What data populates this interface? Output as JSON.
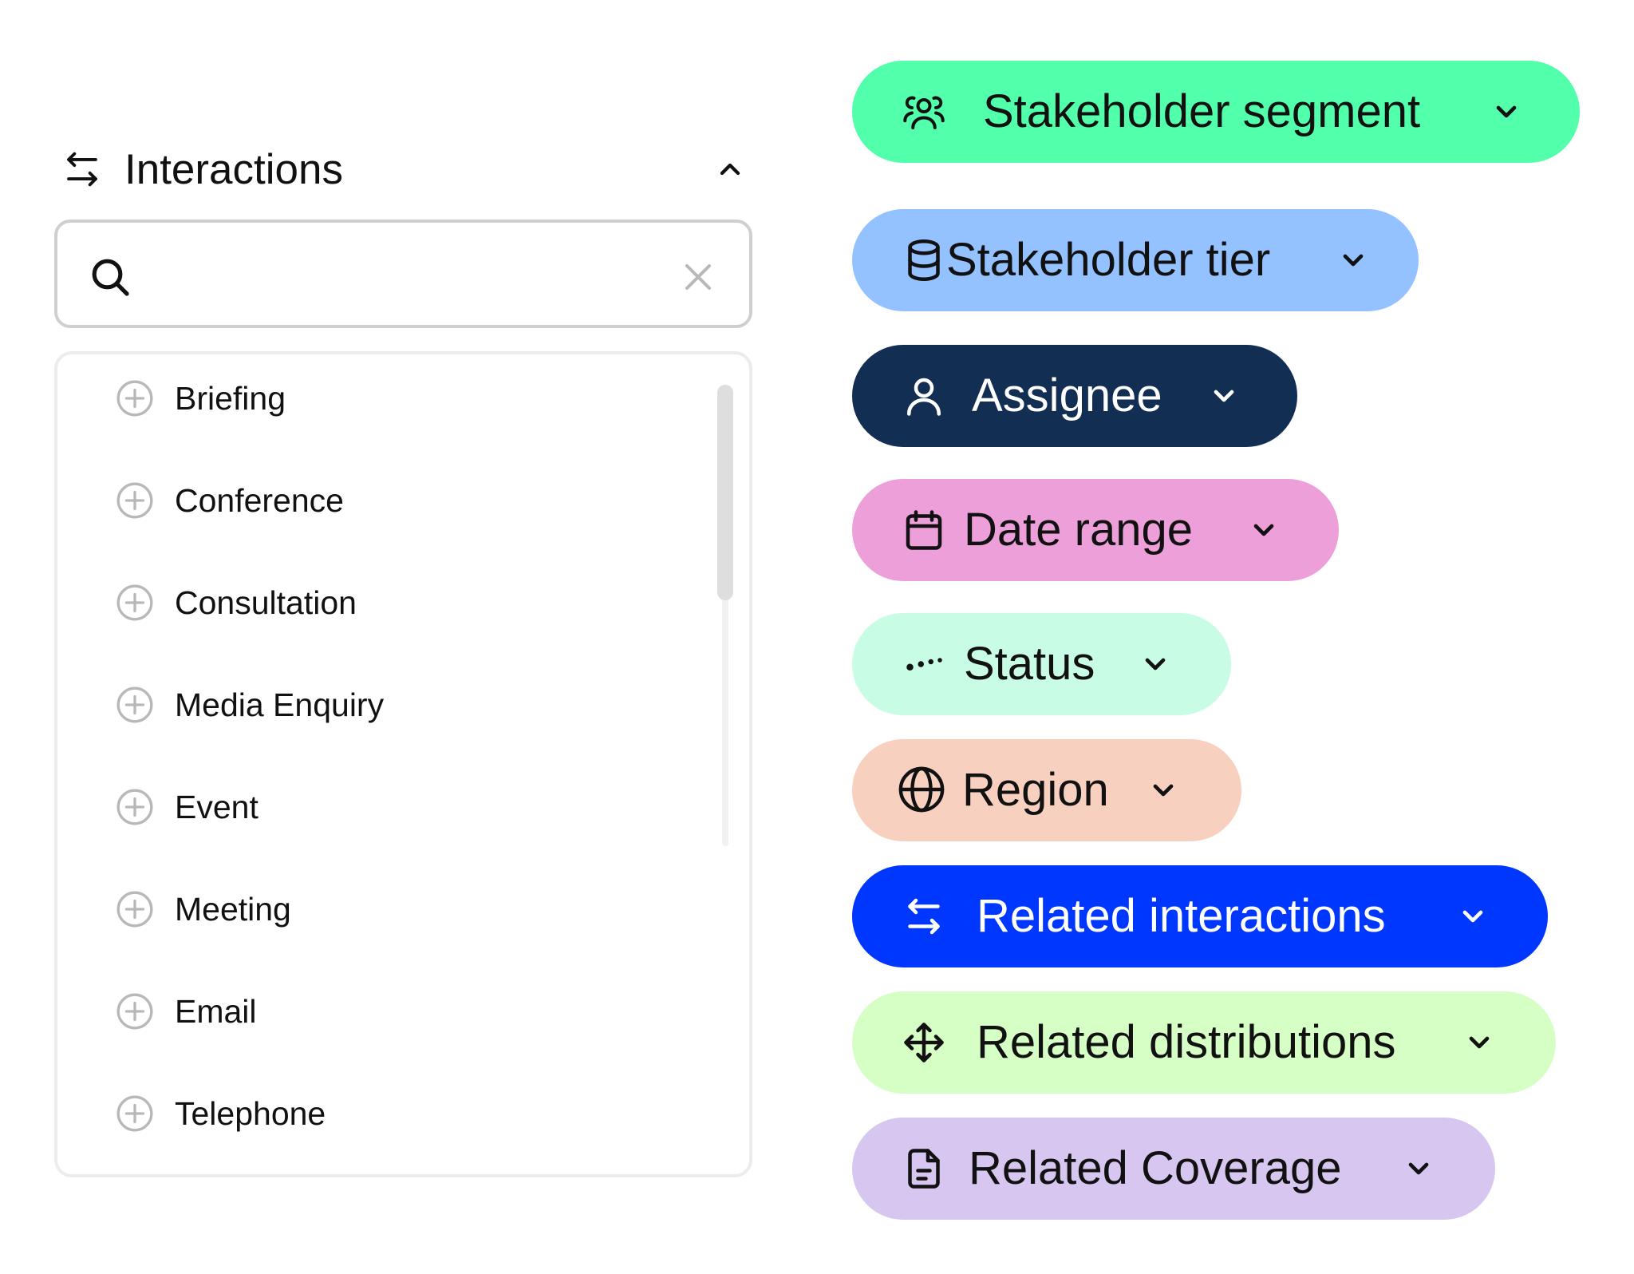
{
  "panel": {
    "title": "Interactions",
    "header_icon": "arrows-exchange-icon",
    "collapse_icon": "chevron-up-icon",
    "search": {
      "value": "",
      "placeholder": "",
      "search_icon": "search-icon",
      "clear_icon": "close-icon"
    },
    "items": [
      {
        "label": "Briefing",
        "icon": "plus-circle-icon"
      },
      {
        "label": "Conference",
        "icon": "plus-circle-icon"
      },
      {
        "label": "Consultation",
        "icon": "plus-circle-icon"
      },
      {
        "label": "Media Enquiry",
        "icon": "plus-circle-icon"
      },
      {
        "label": "Event",
        "icon": "plus-circle-icon"
      },
      {
        "label": "Meeting",
        "icon": "plus-circle-icon"
      },
      {
        "label": "Email",
        "icon": "plus-circle-icon"
      },
      {
        "label": "Telephone",
        "icon": "plus-circle-icon"
      }
    ]
  },
  "filters": [
    {
      "label": "Stakeholder segment",
      "icon": "users-group-icon",
      "bg": "#52FFAA",
      "fg": "#111111"
    },
    {
      "label": "Stakeholder tier",
      "icon": "database-icon",
      "bg": "#94C1FF",
      "fg": "#111111"
    },
    {
      "label": "Assignee",
      "icon": "user-icon",
      "bg": "#132E53",
      "fg": "#FFFFFF"
    },
    {
      "label": "Date range",
      "icon": "calendar-icon",
      "bg": "#EC9FD8",
      "fg": "#111111"
    },
    {
      "label": "Status",
      "icon": "dots-icon",
      "bg": "#C8FCE5",
      "fg": "#111111"
    },
    {
      "label": "Region",
      "icon": "globe-icon",
      "bg": "#F8D0C0",
      "fg": "#111111"
    },
    {
      "label": "Related interactions",
      "icon": "arrows-exchange-icon",
      "bg": "#0037FF",
      "fg": "#FFFFFF"
    },
    {
      "label": "Related distributions",
      "icon": "move-arrows-icon",
      "bg": "#D6FFC6",
      "fg": "#111111"
    },
    {
      "label": "Related Coverage",
      "icon": "document-icon",
      "bg": "#D6C6F0",
      "fg": "#111111"
    }
  ],
  "colors": {
    "border": "#CFCFCF",
    "list_border": "#ECECEC",
    "muted_icon": "#B8B8B8",
    "text": "#111111"
  }
}
